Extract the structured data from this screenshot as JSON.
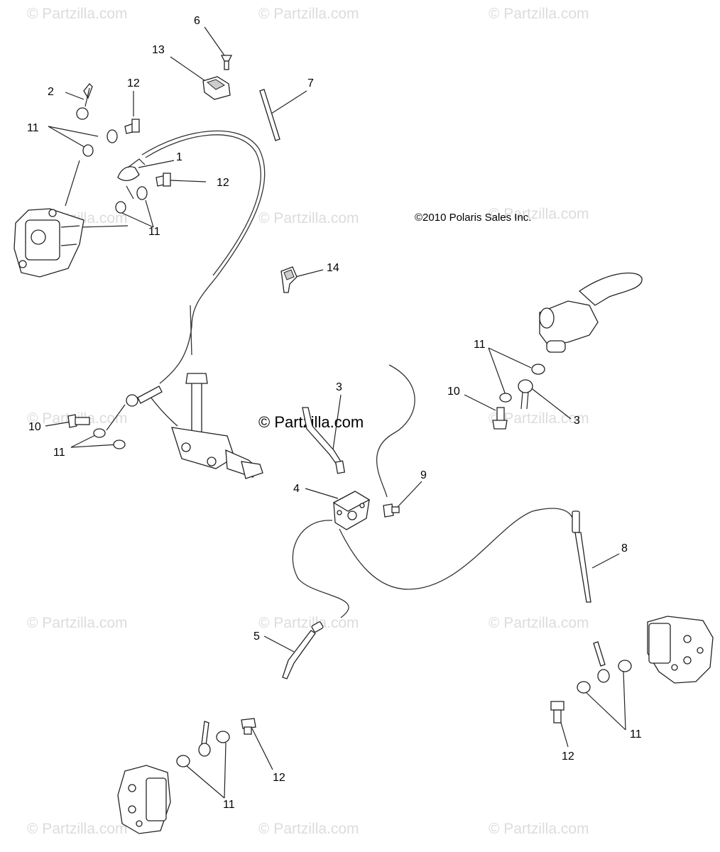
{
  "watermark": "© Partzilla.com",
  "center_watermark": "© Partzilla.com",
  "copyright": "©2010 Polaris Sales Inc.",
  "callouts": [
    "6",
    "13",
    "2",
    "12",
    "7",
    "11",
    "1",
    "12",
    "11",
    "14",
    "11",
    "10",
    "3",
    "3",
    "10",
    "11",
    "4",
    "9",
    "8",
    "5",
    "12",
    "11",
    "12",
    "11"
  ]
}
